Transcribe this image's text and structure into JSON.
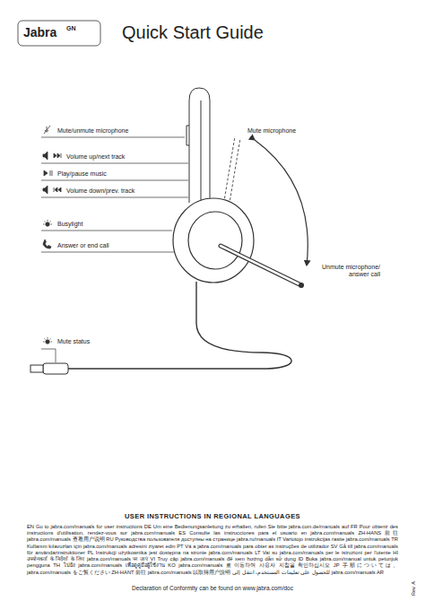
{
  "diagram": {
    "title": "Quick Start Guide",
    "labels": [
      "Jabra",
      "GN",
      "Mute/unmute microphone",
      "Volume up/next track",
      "Play/pause music",
      "Volume down/prev. track",
      "Busylight",
      "Answer or end call",
      "Mute microphone",
      "Unmute microphone/ answer call",
      "Mute status",
      "USER INSTRUCTIONS IN REGIONAL LANGUAGES",
      "EN Go to jabra.com/manuals for user instructions DE Um eine Bedienungsanleitung zu erhalten, rufen Sie bitte jabra.com.de/manuals auf FR Pour obtenir des instructions d'utilisation, rendez-vous sur jabra.com/manuals ES Consulte las instrucciones para el usuario en jabra.com/manuals ZH-HANS 前往 jabra.com/manuals 查看用户说明 RU Руководства пользователя доступны на странице jabra.ru/manuals IT Vartotojo instrukcijas rasite jabra.com/manuals TR Kullanım kılavuzları için jabra.com/manuals adresini ziyaret edin PT Vá a jabra.com/manuals para obter as instruções de utilizador SV Gå till jabra.com/manuals för användarinstruktioner PL Instrukcji użytkownika jest dostępna na stronie jabra.com/manuals LT Vai su jabra.com/manuals per le istruzioni per l'utente HI उपयोगकर्ता के निर्देशों के लिए jabra.com/manuals पर जाएं VI Truy cập jabra.com/manuals để xem hướng dẫn sử dụng ID Buka jabra.com/manual untuk petunjuk pengguna TH ไปยัง jabra.com/manuals เพื่อดูคู่มือผู้ใช้งาน KO jabra.com/manuals 로 이동하여 사용자 지침을 확인하십시오 JP 手順については、jabra.com/manuals をご覧ください ZH-HANT 前往 jabra.com/manuals 以取得用户說明 للحصول على تعليمات المستخدم، انتقل إلى jabra.com/manuals AR",
      "Declaration of Conformity can be found on www.jabra.com/doc",
      "Rev. A"
    ]
  }
}
